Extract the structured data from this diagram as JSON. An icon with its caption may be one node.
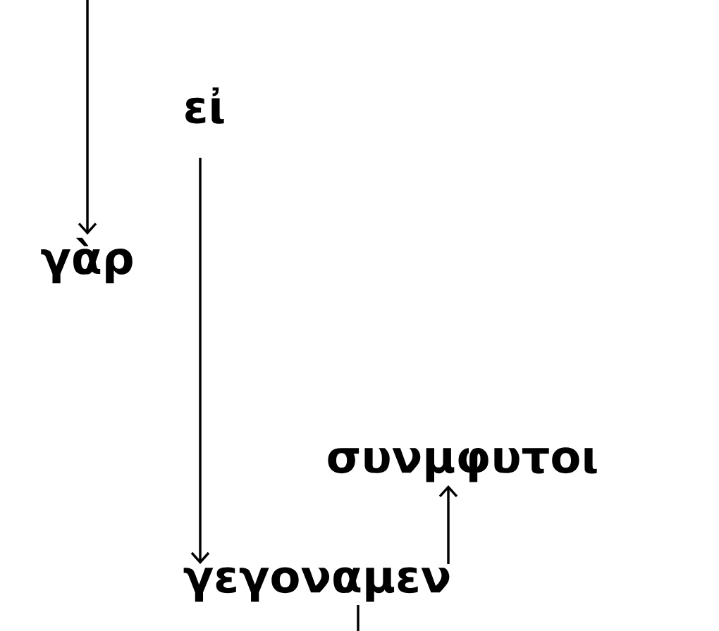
{
  "diagram": {
    "nodes": [
      {
        "text": [
          "εἰ"
        ]
      },
      {
        "text": [
          "γὰρ"
        ]
      },
      {
        "text": [
          "συνμφυτοι"
        ]
      },
      {
        "text": [
          "γεγοναμεν"
        ]
      }
    ],
    "edges": [
      {
        "from": null,
        "to": 1,
        "arrow": "to"
      },
      {
        "from": 0,
        "to": 3,
        "arrow": "to"
      },
      {
        "from": 3,
        "to": 2,
        "arrow": "to"
      },
      {
        "from": 3,
        "to": null,
        "arrow": "none"
      }
    ]
  }
}
